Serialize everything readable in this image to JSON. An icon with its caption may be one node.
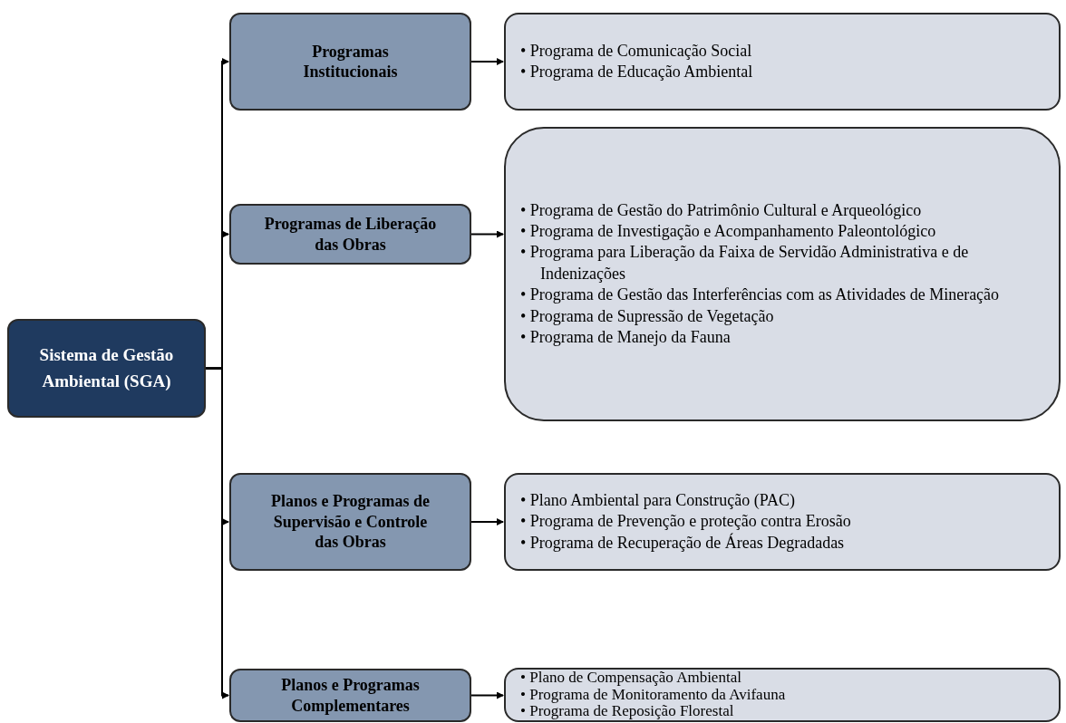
{
  "diagram": {
    "nodes": [
      {
        "text": [
          "Sistema de Gestão Ambiental (SGA)"
        ]
      },
      {
        "text": [
          "Programas Institucionais"
        ]
      },
      {
        "text": [
          "• Programa de Comunicação Social",
          "• Programa de Educação Ambiental"
        ]
      },
      {
        "text": [
          "Programas de Liberação das Obras"
        ]
      },
      {
        "text": [
          "• Programa de Gestão do Patrimônio Cultural e Arqueológico",
          "• Programa de Investigação e Acompanhamento Paleontológico",
          "• Programa para Liberação da Faixa de Servidão Administrativa e de Indenizações",
          "• Programa de Gestão das Interferências com as Atividades de Mineração",
          "• Programa de Supressão de Vegetação",
          "• Programa de Manejo da Fauna"
        ]
      },
      {
        "text": [
          "Planos e Programas de Supervisão e Controle das Obras"
        ]
      },
      {
        "text": [
          "• Plano Ambiental para Construção (PAC)",
          "• Programa de Prevenção e proteção contra Erosão",
          "• Programa de Recuperação de Áreas Degradadas"
        ]
      },
      {
        "text": [
          "Planos e Programas Complementares"
        ]
      },
      {
        "text": [
          "• Plano de Compensação Ambiental",
          "• Programa de Monitoramento da Avifauna",
          "• Programa de Reposição Florestal"
        ]
      }
    ],
    "edges": [
      {
        "from": 0,
        "to": 1,
        "arrow": "to"
      },
      {
        "from": 0,
        "to": 3,
        "arrow": "to"
      },
      {
        "from": 0,
        "to": 5,
        "arrow": "to"
      },
      {
        "from": 0,
        "to": 7,
        "arrow": "to"
      },
      {
        "from": 1,
        "to": 2,
        "arrow": "to"
      },
      {
        "from": 3,
        "to": 4,
        "arrow": "to"
      },
      {
        "from": 5,
        "to": 6,
        "arrow": "to"
      },
      {
        "from": 7,
        "to": 8,
        "arrow": "to"
      }
    ]
  }
}
